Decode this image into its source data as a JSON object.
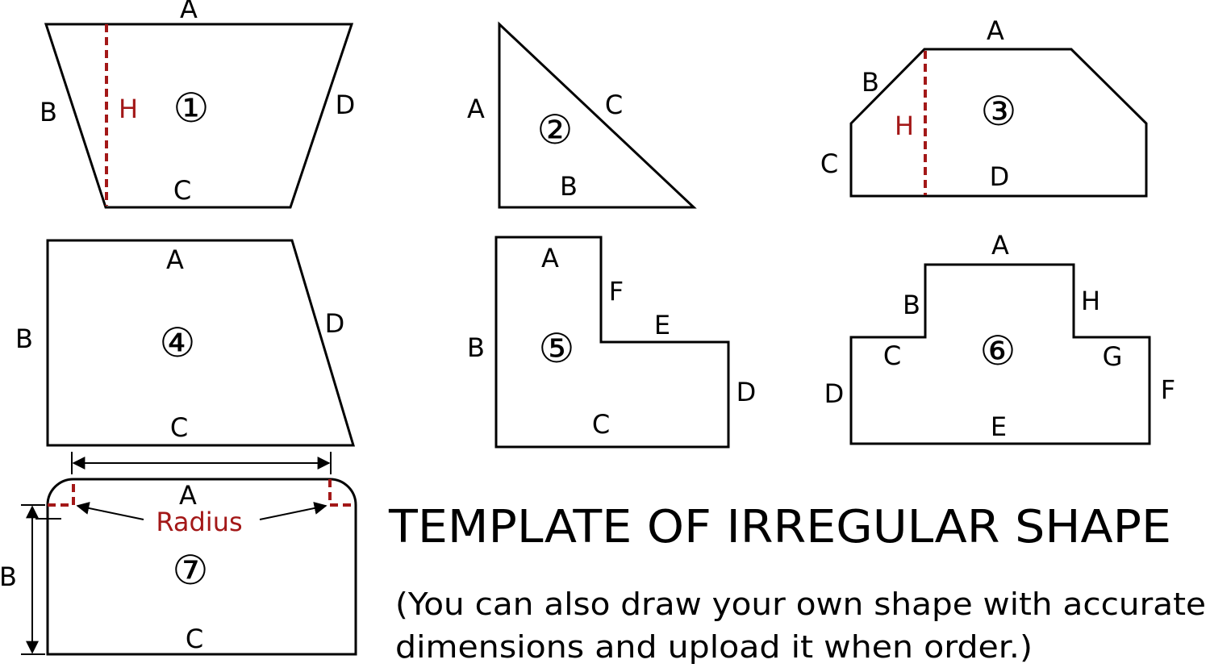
{
  "shapes": [
    {
      "number": "①",
      "edges": [
        "A",
        "B",
        "C",
        "D"
      ],
      "height_label": "H"
    },
    {
      "number": "②",
      "edges": [
        "A",
        "B",
        "C"
      ]
    },
    {
      "number": "③",
      "edges": [
        "A",
        "B",
        "C",
        "D"
      ],
      "height_label": "H"
    },
    {
      "number": "④",
      "edges": [
        "A",
        "B",
        "C",
        "D"
      ]
    },
    {
      "number": "⑤",
      "edges": [
        "A",
        "B",
        "C",
        "D",
        "E",
        "F"
      ]
    },
    {
      "number": "⑥",
      "edges": [
        "A",
        "B",
        "C",
        "D",
        "E",
        "F",
        "G",
        "H"
      ]
    },
    {
      "number": "⑦",
      "edges": [
        "A",
        "B",
        "C"
      ],
      "radius_label": "Radius"
    }
  ],
  "title": "TEMPLATE OF IRREGULAR SHAPE",
  "note_line1": "(You can also draw your own shape with accurate",
  "note_line2": "dimensions and upload it when order.)",
  "colors": {
    "outline": "#000000",
    "accent": "#a31818"
  }
}
